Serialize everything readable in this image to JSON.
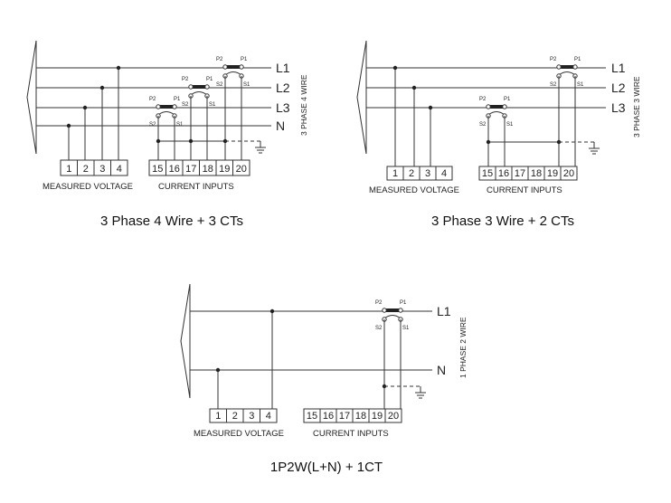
{
  "diagrams": [
    {
      "id": "d1",
      "caption": "3 Phase 4 Wire + 3 CTs",
      "side_label": "3 PHASE 4 WIRE",
      "lines": [
        "L1",
        "L2",
        "L3",
        "N"
      ],
      "voltage_terminals": [
        "1",
        "2",
        "3",
        "4"
      ],
      "current_terminals": [
        "15",
        "16",
        "17",
        "18",
        "19",
        "20"
      ],
      "voltage_group_label": "MEASURED VOLTAGE",
      "current_group_label": "CURRENT INPUTS",
      "ct_labels": {
        "p2": "P2",
        "p1": "P1",
        "s2": "S2",
        "s1": "S1"
      }
    },
    {
      "id": "d2",
      "caption": "3 Phase 3 Wire + 2 CTs",
      "side_label": "3 PHASE 3 WIRE",
      "lines": [
        "L1",
        "L2",
        "L3"
      ],
      "voltage_terminals": [
        "1",
        "2",
        "3",
        "4"
      ],
      "current_terminals": [
        "15",
        "16",
        "17",
        "18",
        "19",
        "20"
      ],
      "voltage_group_label": "MEASURED VOLTAGE",
      "current_group_label": "CURRENT INPUTS",
      "ct_labels": {
        "p2": "P2",
        "p1": "P1",
        "s2": "S2",
        "s1": "S1"
      }
    },
    {
      "id": "d3",
      "caption": "1P2W(L+N) + 1CT",
      "side_label": "1 PHASE 2 WIRE",
      "lines": [
        "L1",
        "N"
      ],
      "voltage_terminals": [
        "1",
        "2",
        "3",
        "4"
      ],
      "current_terminals": [
        "15",
        "16",
        "17",
        "18",
        "19",
        "20"
      ],
      "voltage_group_label": "MEASURED VOLTAGE",
      "current_group_label": "CURRENT INPUTS",
      "ct_labels": {
        "p2": "P2",
        "p1": "P1",
        "s2": "S2",
        "s1": "S1"
      }
    }
  ]
}
